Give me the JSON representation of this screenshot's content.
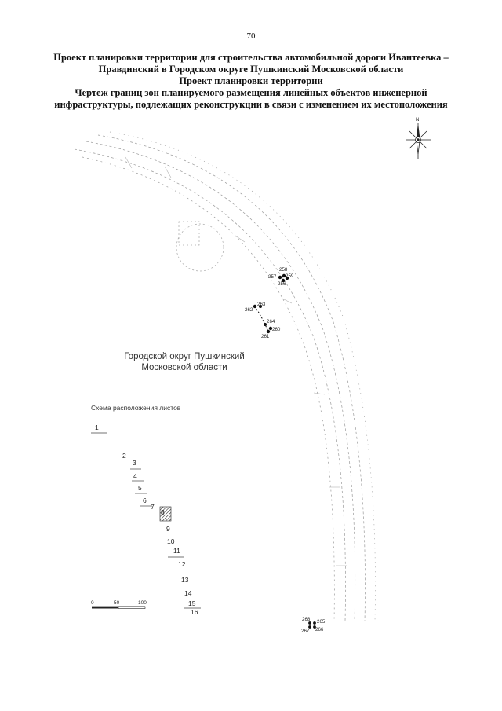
{
  "page_number": "70",
  "title_lines": [
    "Проект планировки территории для строительства автомобильной дороги Ивантеевка –",
    "Правдинский в Городском округе Пушкинский Московской области",
    "Проект планировки территории",
    "Чертеж границ зон планируемого размещения линейных объектов инженерной",
    "инфраструктуры, подлежащих реконструкции в связи с изменением их местоположения"
  ],
  "compass_label": "N",
  "region_label": [
    "Городской округ Пушкинский",
    "Московской области"
  ],
  "points": [
    {
      "id": "258"
    },
    {
      "id": "257"
    },
    {
      "id": "259"
    },
    {
      "id": "256"
    },
    {
      "id": "263"
    },
    {
      "id": "262"
    },
    {
      "id": "264"
    },
    {
      "id": "260"
    },
    {
      "id": "261"
    },
    {
      "id": "268"
    },
    {
      "id": "265"
    },
    {
      "id": "267"
    },
    {
      "id": "266"
    }
  ],
  "sheet_scheme": {
    "title": "Схема расположения листов",
    "sheets": [
      "1",
      "2",
      "3",
      "4",
      "5",
      "6",
      "7",
      "8",
      "9",
      "10",
      "11",
      "12",
      "13",
      "14",
      "15",
      "16"
    ],
    "current_sheet": "8"
  },
  "scale_bar": {
    "labels": [
      "0",
      "50",
      "100"
    ]
  },
  "colors": {
    "ink": "#222222",
    "faint": "#9a9a9a",
    "bg": "#ffffff"
  }
}
